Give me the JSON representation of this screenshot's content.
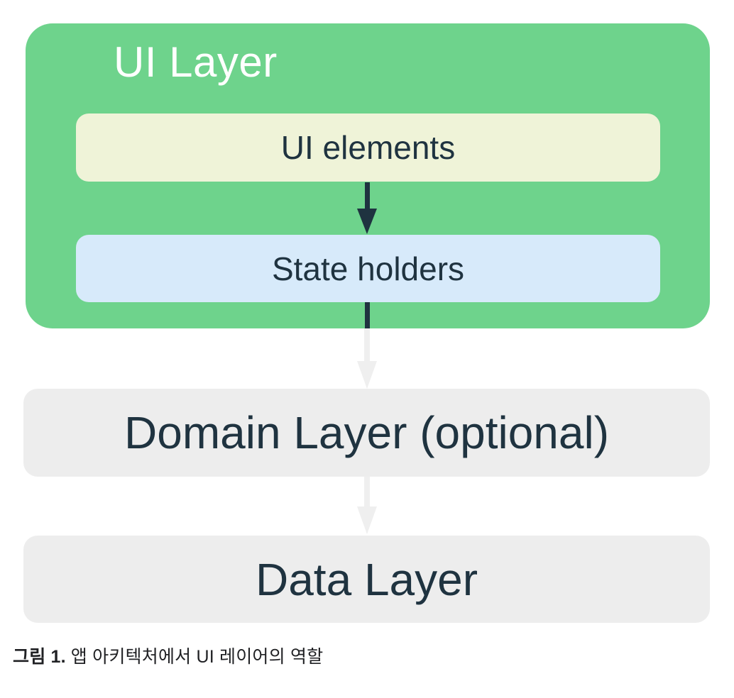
{
  "diagram": {
    "ui_layer": {
      "title": "UI Layer",
      "boxes": [
        {
          "label": "UI elements"
        },
        {
          "label": "State holders"
        }
      ],
      "background": "#6ed38c",
      "ui_elements_background": "#eff3d8",
      "state_holders_background": "#d7eafa"
    },
    "domain_layer": {
      "label": "Domain Layer (optional)",
      "background": "#ededed"
    },
    "data_layer": {
      "label": "Data Layer",
      "background": "#ededed"
    },
    "arrows": [
      {
        "name": "ui-elements-to-state-holders",
        "color": "#1f3340"
      },
      {
        "name": "state-holders-to-domain-layer",
        "color": "#efefef"
      },
      {
        "name": "domain-layer-to-data-layer",
        "color": "#efefef"
      }
    ],
    "text_color": "#1f3340",
    "title_color": "#ffffff"
  },
  "caption": {
    "label": "그림 1.",
    "text": "앱 아키텍처에서 UI 레이어의 역할"
  }
}
